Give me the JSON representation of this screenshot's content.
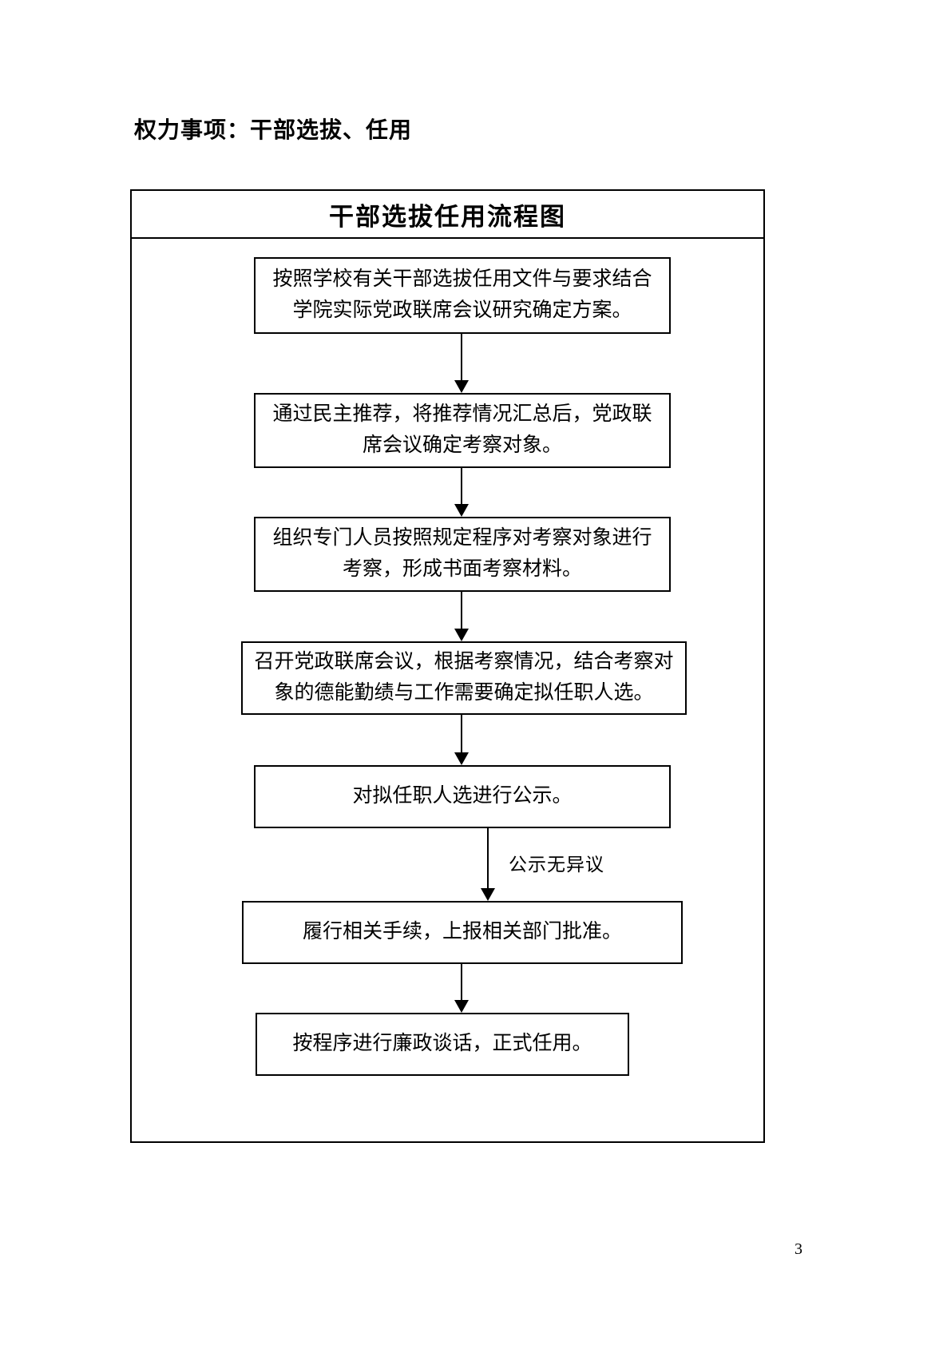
{
  "page": {
    "title": "权力事项：干部选拔、任用",
    "page_number": "3"
  },
  "flowchart": {
    "title": "干部选拔任用流程图",
    "steps": [
      {
        "text": "按照学校有关干部选拔任用文件与要求结合学院实际党政联席会议研究确定方案。"
      },
      {
        "text": "通过民主推荐，将推荐情况汇总后，党政联席会议确定考察对象。"
      },
      {
        "text": "组织专门人员按照规定程序对考察对象进行考察，形成书面考察材料。"
      },
      {
        "text": "召开党政联席会议，根据考察情况，结合考察对象的德能勤绩与工作需要确定拟任职人选。"
      },
      {
        "text": "对拟任职人选进行公示。"
      },
      {
        "text": "履行相关手续，上报相关部门批准。"
      },
      {
        "text": "按程序进行廉政谈话，正式任用。"
      }
    ],
    "arrow_label": "公示无异议",
    "colors": {
      "border": "#000000",
      "background": "#ffffff",
      "text": "#000000"
    }
  }
}
